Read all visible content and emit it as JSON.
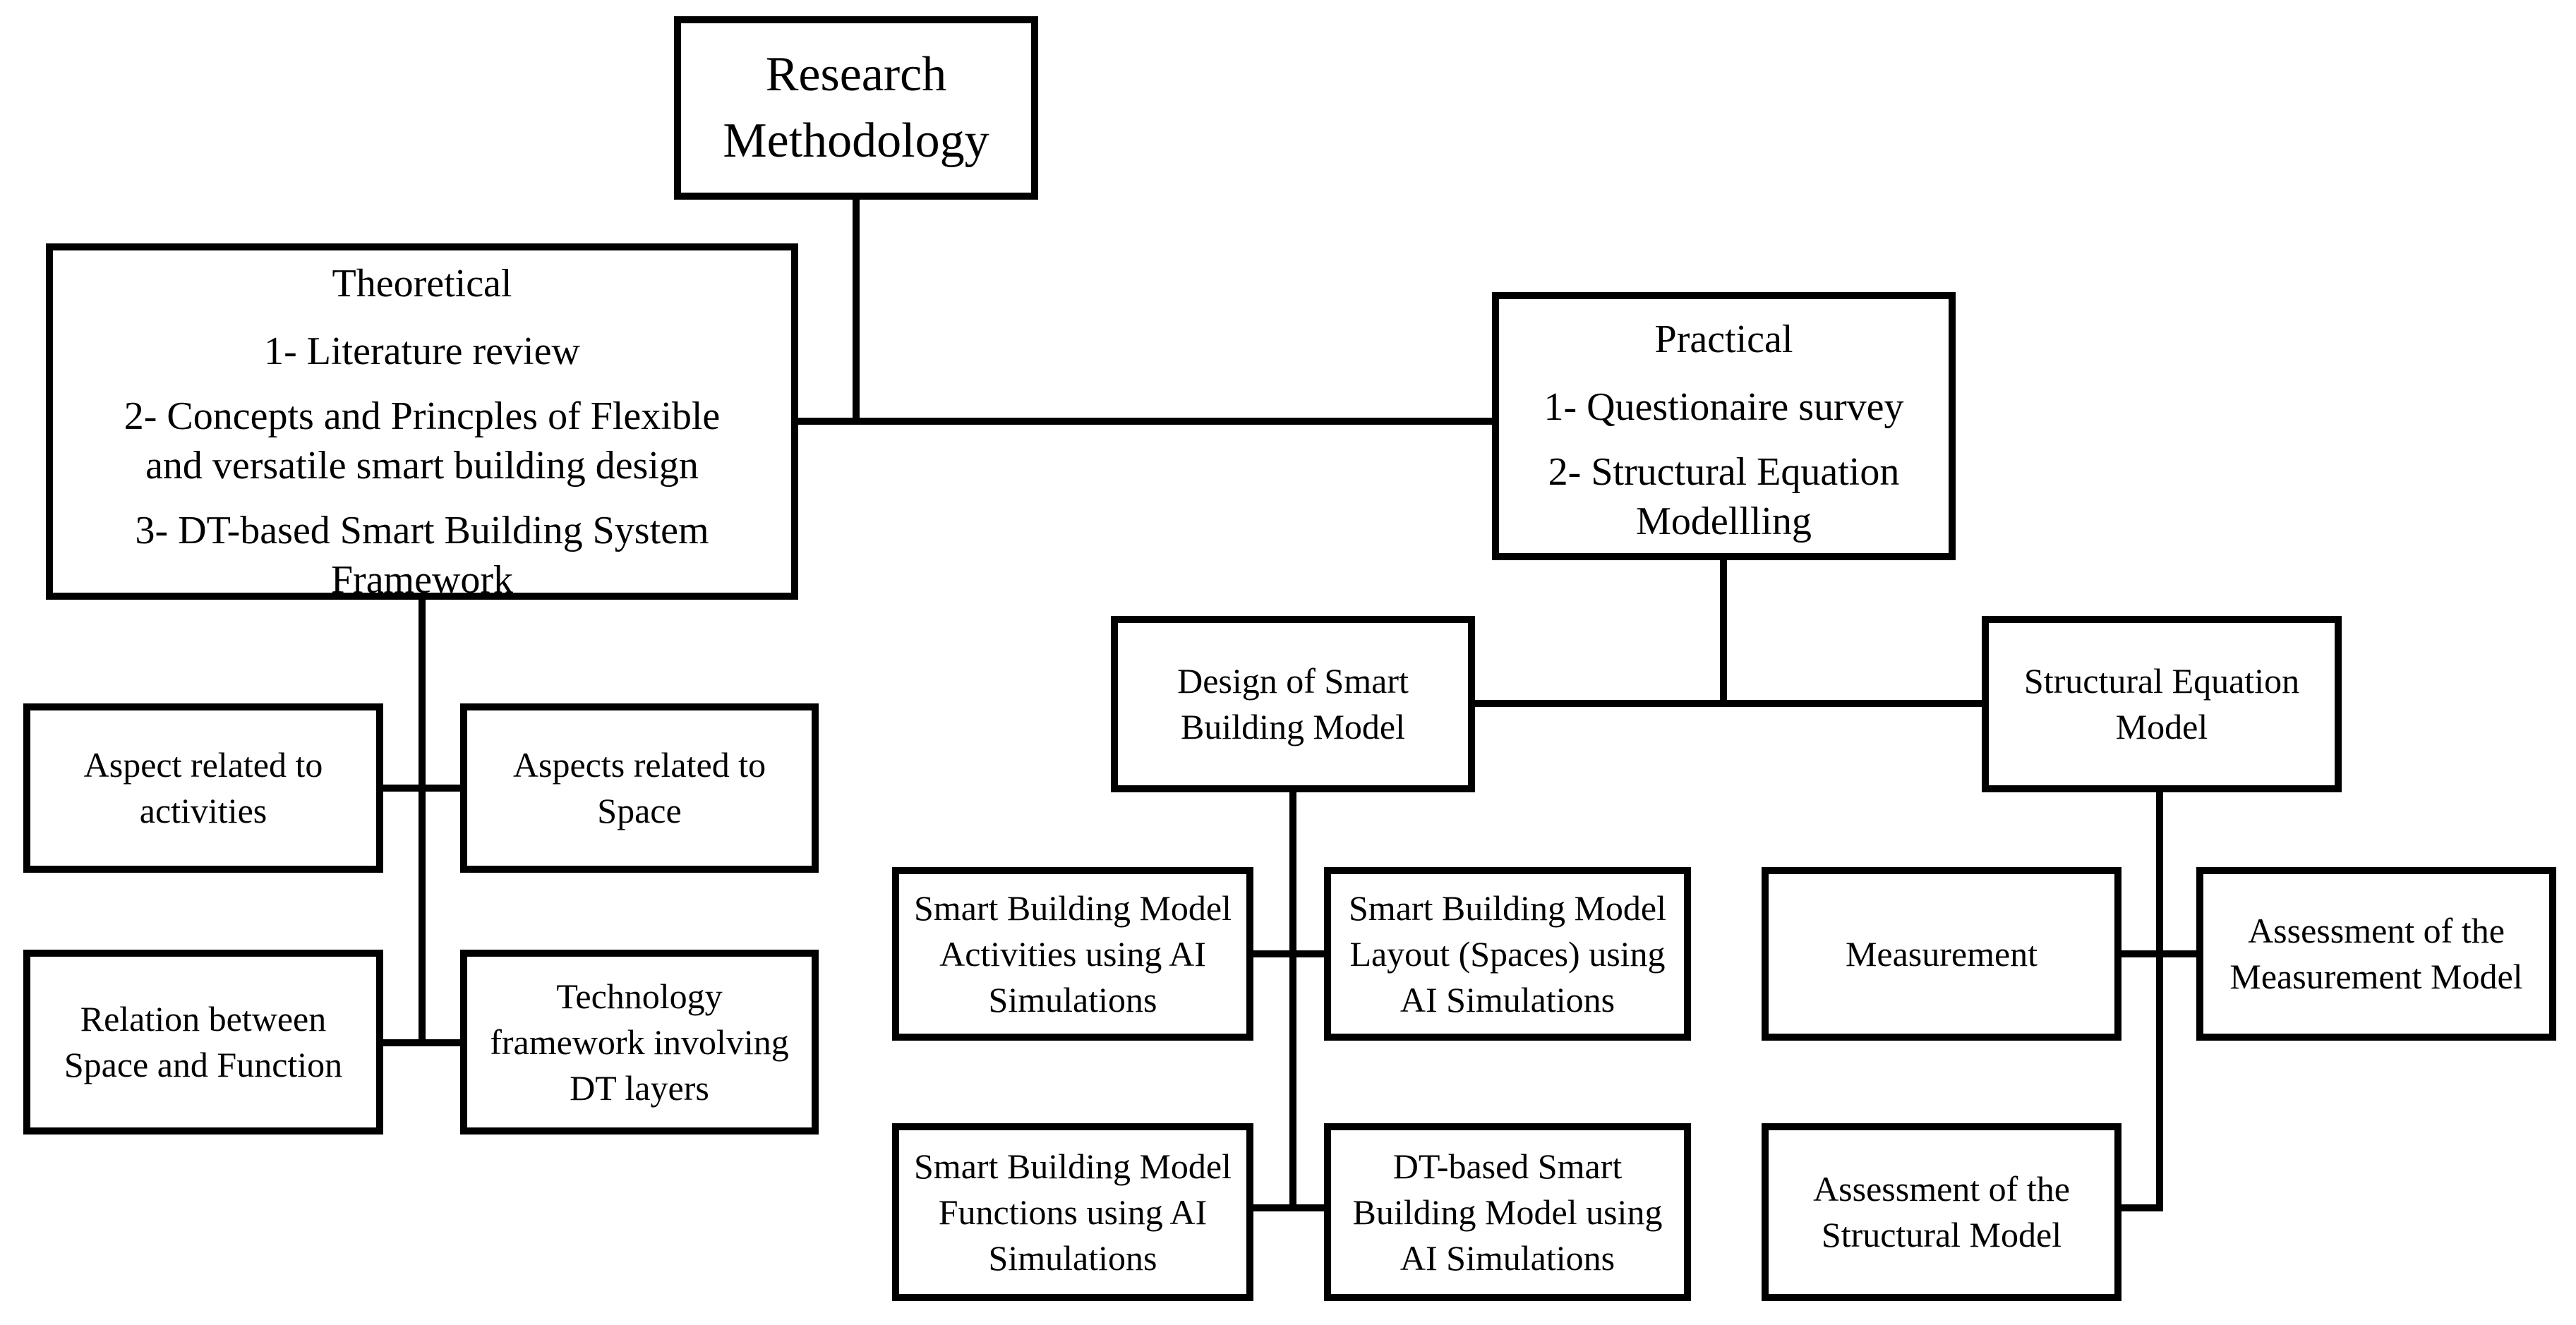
{
  "diagram": {
    "title": "Research methodology flowchart",
    "colors": {
      "line": "#000000",
      "background": "#ffffff",
      "text": "#000000"
    },
    "nodes": {
      "research": {
        "label": "Research\nMethodology"
      },
      "theoretical": {
        "heading": "Theoretical",
        "items": [
          "1- Literature review",
          "2- Concepts and Princples of Flexible\nand versatile smart building design",
          "3- DT-based Smart Building System\nFramework"
        ]
      },
      "practical": {
        "heading": "Practical",
        "items": [
          "1- Questionaire survey",
          "2- Structural Equation\nModellling"
        ]
      },
      "design": {
        "label": "Design of Smart\nBuilding Model"
      },
      "sem": {
        "label": "Structural Equation\nModel"
      },
      "aspect_activities": {
        "label": "Aspect related to\nactivities"
      },
      "aspects_space": {
        "label": "Aspects related to\nSpace"
      },
      "relation": {
        "label": "Relation between\nSpace and Function"
      },
      "technology": {
        "label": "Technology\nframework involving\nDT layers"
      },
      "sbm_activities": {
        "label": "Smart Building Model\nActivities using AI\nSimulations"
      },
      "sbm_layout": {
        "label": "Smart Building Model\nLayout (Spaces) using\nAI Simulations"
      },
      "sbm_functions": {
        "label": "Smart Building Model\nFunctions using AI\nSimulations"
      },
      "dt_model": {
        "label": "DT-based Smart\nBuilding Model using\nAI Simulations"
      },
      "measurement": {
        "label": "Measurement"
      },
      "assess_measurement": {
        "label": "Assessment of the\nMeasurement Model"
      },
      "assess_structural": {
        "label": "Assessment of the\nStructural Model"
      }
    }
  }
}
